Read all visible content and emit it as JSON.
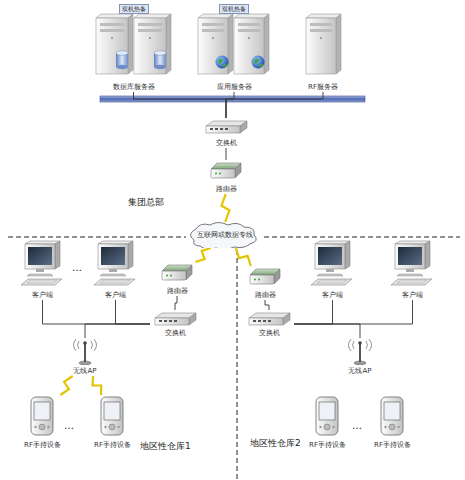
{
  "diagram": {
    "nodes": [
      {
        "text": [
          "双机热备",
          "数据库服务器"
        ]
      },
      {
        "text": [
          "双机热备",
          "应用服务器"
        ]
      },
      {
        "text": [
          "RF服务器"
        ]
      },
      {
        "text": [
          "交换机"
        ]
      },
      {
        "text": [
          "路由器"
        ]
      },
      {
        "text": [
          "互联网或数据专线"
        ]
      },
      {
        "text": [
          "客户端"
        ]
      },
      {
        "text": [
          "客户端"
        ]
      },
      {
        "text": [
          "路由器"
        ]
      },
      {
        "text": [
          "交换机"
        ]
      },
      {
        "text": [
          "无线AP"
        ]
      },
      {
        "text": [
          "RF手持设备"
        ]
      },
      {
        "text": [
          "RF手持设备"
        ]
      },
      {
        "text": [
          "路由器"
        ]
      },
      {
        "text": [
          "交换机"
        ]
      },
      {
        "text": [
          "客户端"
        ]
      },
      {
        "text": [
          "客户端"
        ]
      },
      {
        "text": [
          "无线AP"
        ]
      },
      {
        "text": [
          "RF手持设备"
        ]
      },
      {
        "text": [
          "RF手持设备"
        ]
      }
    ],
    "edges": [
      {
        "from": 0,
        "to": 3,
        "arrow": "none"
      },
      {
        "from": 1,
        "to": 3,
        "arrow": "none"
      },
      {
        "from": 2,
        "to": 3,
        "arrow": "none"
      },
      {
        "from": 3,
        "to": 4,
        "arrow": "none"
      },
      {
        "from": 4,
        "to": 5,
        "arrow": "none"
      },
      {
        "from": 5,
        "to": 8,
        "arrow": "none"
      },
      {
        "from": 5,
        "to": 13,
        "arrow": "none"
      },
      {
        "from": 8,
        "to": 9,
        "arrow": "none"
      },
      {
        "from": 9,
        "to": 6,
        "arrow": "none"
      },
      {
        "from": 9,
        "to": 7,
        "arrow": "none"
      },
      {
        "from": 9,
        "to": 10,
        "arrow": "none"
      },
      {
        "from": 10,
        "to": 11,
        "arrow": "none"
      },
      {
        "from": 10,
        "to": 12,
        "arrow": "none"
      },
      {
        "from": 13,
        "to": 14,
        "arrow": "none"
      },
      {
        "from": 14,
        "to": 15,
        "arrow": "none"
      },
      {
        "from": 14,
        "to": 16,
        "arrow": "none"
      },
      {
        "from": 14,
        "to": 17,
        "arrow": "none"
      }
    ],
    "labels": [
      "集团总部",
      "地区性仓库1",
      "地区性仓库2",
      "…",
      "…",
      "…"
    ]
  }
}
